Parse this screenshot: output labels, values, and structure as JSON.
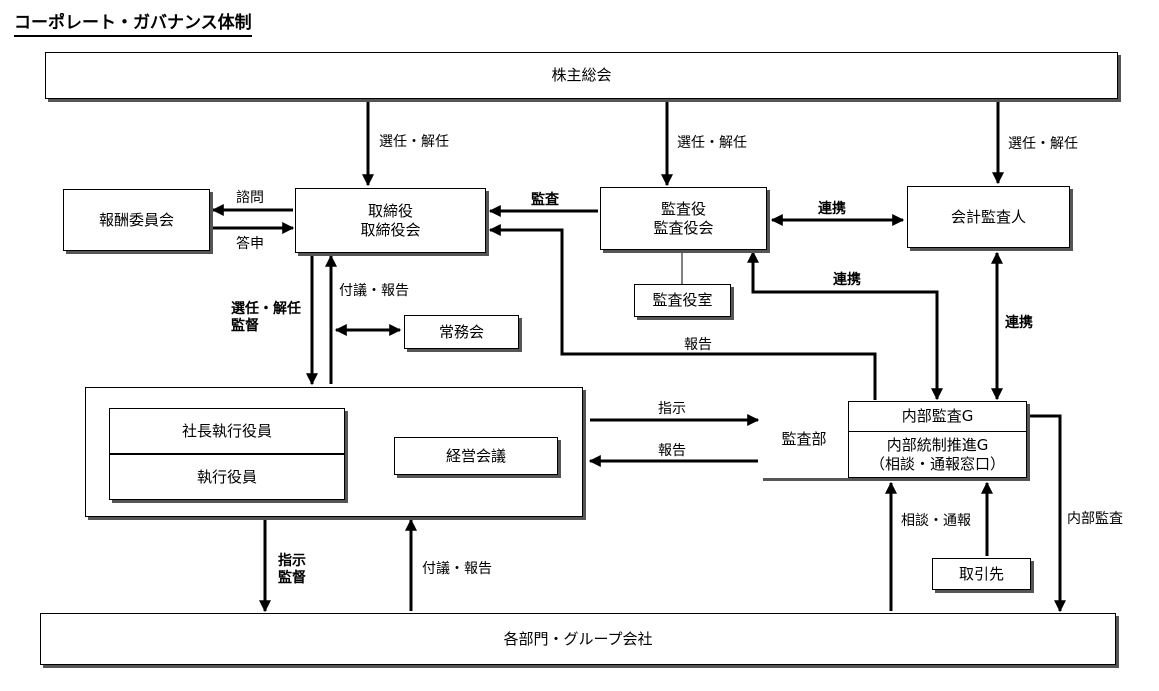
{
  "title": "コーポレート・ガバナンス体制",
  "nodes": {
    "shareholders": "株主総会",
    "compensation": "報酬委員会",
    "board_1": "取締役",
    "board_2": "取締役会",
    "auditors_1": "監査役",
    "auditors_2": "監査役会",
    "accounting_auditor": "会計監査人",
    "audit_staff": "監査役室",
    "standing_committee": "常務会",
    "president": "社長執行役員",
    "executive_officers": "執行役員",
    "management_meeting": "経営会議",
    "audit_dept": "監査部",
    "internal_audit_g": "内部監査G",
    "internal_control_g": "内部統制推進G",
    "internal_control_sub": "（相談・通報窓口）",
    "business_partners": "取引先",
    "departments": "各部門・グループ会社"
  },
  "labels": {
    "elect_dismiss_1": "選任・解任",
    "elect_dismiss_2": "選任・解任",
    "elect_dismiss_3": "選任・解任",
    "consult": "諮問",
    "report_answer": "答申",
    "audit_board": "監査",
    "cooperate_top": "連携",
    "cooperate_mid": "連携",
    "cooperate_right": "連携",
    "submit_report_1": "付議・報告",
    "elect_supervise_1": "選任・解任",
    "elect_supervise_2": "監督",
    "report_to_board": "報告",
    "instruct": "指示",
    "report_exec": "報告",
    "instruct_supervise_1": "指示",
    "instruct_supervise_2": "監督",
    "submit_report_2": "付議・報告",
    "consult_report": "相談・通報",
    "internal_audit": "内部監査"
  }
}
